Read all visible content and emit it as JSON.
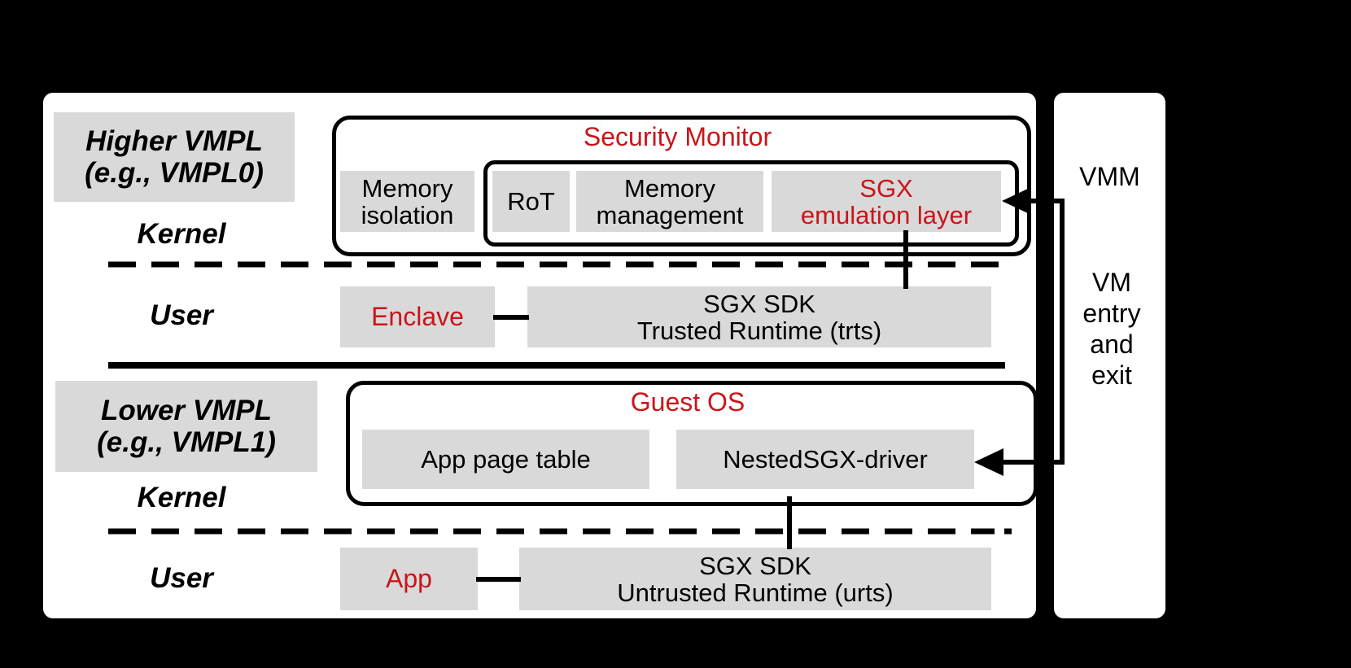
{
  "figure": {
    "colors": {
      "background": "#000000",
      "panel": "#ffffff",
      "chip_gray": "#d9d9d9",
      "accent_red": "#c9151b",
      "line_black": "#000000"
    },
    "upper_vm": {
      "privilege_label": {
        "line1": "Higher VMPL",
        "line2": "(e.g., VMPL0)"
      },
      "kernel_label": "Kernel",
      "user_label": "User",
      "security_monitor": {
        "title": "Security Monitor",
        "memory_isolation": "Memory isolation",
        "rot": "RoT",
        "memory_management": "Memory management",
        "sgx_emulation_layer": {
          "line1": "SGX",
          "line2": "emulation layer"
        }
      },
      "enclave_label": "Enclave",
      "trusted_runtime": {
        "line1": "SGX SDK",
        "line2": "Trusted Runtime (trts)"
      }
    },
    "lower_vm": {
      "privilege_label": {
        "line1": "Lower VMPL",
        "line2": "(e.g., VMPL1)"
      },
      "kernel_label": "Kernel",
      "user_label": "User",
      "guest_os": {
        "title": "Guest OS",
        "app_page_table": "App page table",
        "nested_sgx_driver": "NestedSGX-driver"
      },
      "app_label": "App",
      "untrusted_runtime": {
        "line1": "SGX SDK",
        "line2": "Untrusted Runtime (urts)"
      }
    },
    "vmm": {
      "title": "VMM",
      "annotation": [
        "VM",
        "entry",
        "and",
        "exit"
      ]
    }
  }
}
